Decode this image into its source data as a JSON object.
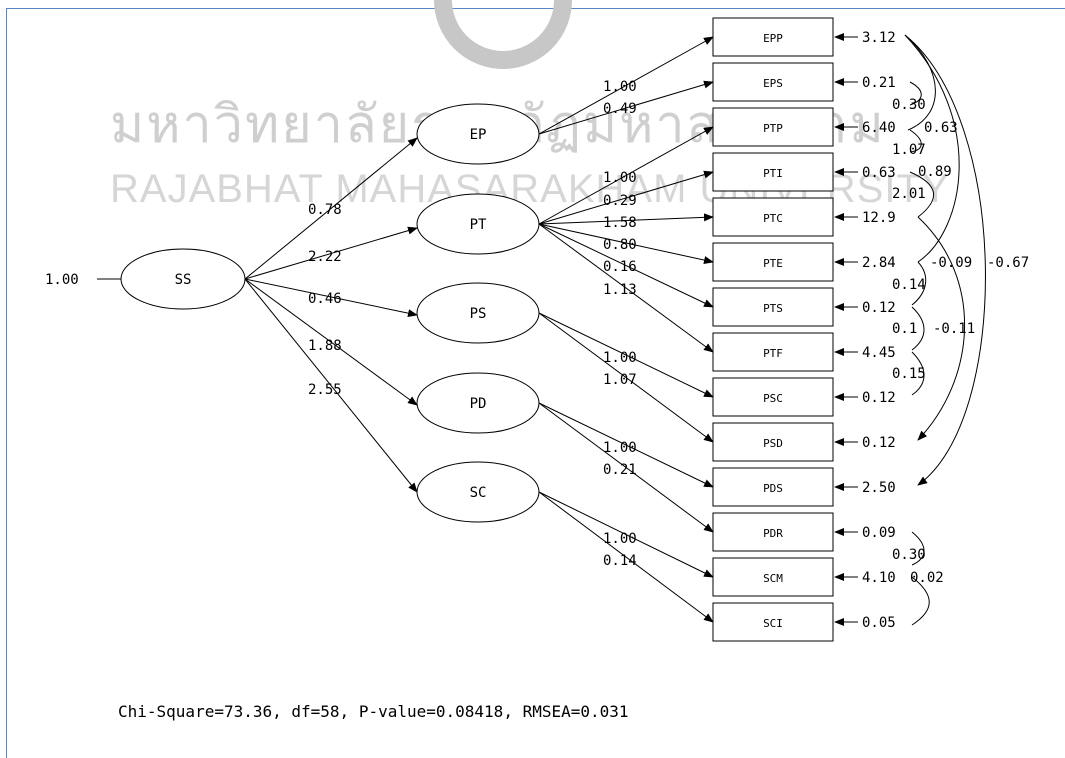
{
  "watermark": {
    "line1": "มหาวิทยาลัยราชภัฏมหาสารคาม",
    "line2": "RAJABHAT MAHASARAKHAM UNIVERSITY"
  },
  "model": {
    "root": {
      "label": "SS",
      "variance": "1.00"
    },
    "latents": [
      {
        "id": "EP",
        "label": "EP",
        "path_from_root": "0.78"
      },
      {
        "id": "PT",
        "label": "PT",
        "path_from_root": "2.22"
      },
      {
        "id": "PS",
        "label": "PS",
        "path_from_root": "0.46"
      },
      {
        "id": "PD",
        "label": "PD",
        "path_from_root": "1.88"
      },
      {
        "id": "SC",
        "label": "SC",
        "path_from_root": "2.55"
      }
    ],
    "indicators": [
      {
        "label": "EPP",
        "latent": "EP",
        "loading": "1.00",
        "error": "3.12"
      },
      {
        "label": "EPS",
        "latent": "EP",
        "loading": "0.49",
        "error": "0.21"
      },
      {
        "label": "PTP",
        "latent": "PT",
        "loading": "1.00",
        "error": "6.40"
      },
      {
        "label": "PTI",
        "latent": "PT",
        "loading": "0.29",
        "error": "0.63"
      },
      {
        "label": "PTC",
        "latent": "PT",
        "loading": "1.58",
        "error": "12.9"
      },
      {
        "label": "PTE",
        "latent": "PT",
        "loading": "0.80",
        "error": "2.84"
      },
      {
        "label": "PTS",
        "latent": "PT",
        "loading": "0.16",
        "error": "0.12"
      },
      {
        "label": "PTF",
        "latent": "PT",
        "loading": "1.13",
        "error": "4.45"
      },
      {
        "label": "PSC",
        "latent": "PS",
        "loading": "1.00",
        "error": "0.12"
      },
      {
        "label": "PSD",
        "latent": "PS",
        "loading": "1.07",
        "error": "0.12"
      },
      {
        "label": "PDS",
        "latent": "PD",
        "loading": "1.00",
        "error": "2.50"
      },
      {
        "label": "PDR",
        "latent": "PD",
        "loading": "0.21",
        "error": "0.09"
      },
      {
        "label": "SCM",
        "latent": "SC",
        "loading": "1.00",
        "error": "4.10"
      },
      {
        "label": "SCI",
        "latent": "SC",
        "loading": "0.14",
        "error": "0.05"
      }
    ],
    "covariance_labels": [
      "0.30",
      "0.63",
      "1.07",
      "0.89",
      "2.01",
      "-0.09",
      "-0.67",
      "0.14",
      "0.1",
      "-0.11",
      "0.15",
      "0.30",
      "0.02"
    ],
    "fit_statistics": "Chi-Square=73.36, df=58, P-value=0.08418, RMSEA=0.031"
  }
}
